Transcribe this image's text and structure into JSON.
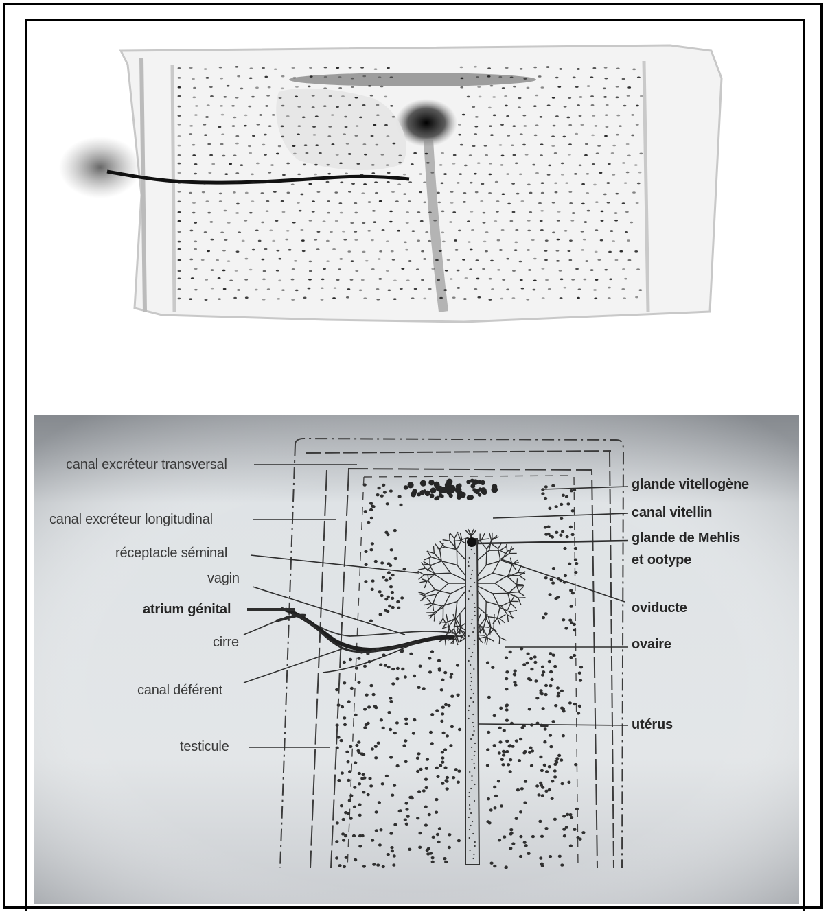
{
  "diagram": {
    "labels_left": [
      {
        "id": "canal-excreteur-transversal",
        "text": "canal excréteur transversal"
      },
      {
        "id": "canal-excreteur-longitudinal",
        "text": "canal excréteur longitudinal"
      },
      {
        "id": "receptacle-seminal",
        "text": "réceptacle séminal"
      },
      {
        "id": "vagin",
        "text": "vagin"
      },
      {
        "id": "atrium-genital",
        "text": "atrium génital"
      },
      {
        "id": "cirre",
        "text": "cirre"
      },
      {
        "id": "canal-deferent",
        "text": "canal déférent"
      },
      {
        "id": "testicule",
        "text": "testicule"
      }
    ],
    "labels_right": [
      {
        "id": "glande-vitellogene",
        "text": "glande vitellogène"
      },
      {
        "id": "canal-vitellin",
        "text": "canal vitellin"
      },
      {
        "id": "glande-de-mehlis-1",
        "text": "glande de Mehlis"
      },
      {
        "id": "glande-de-mehlis-2",
        "text": "et ootype"
      },
      {
        "id": "oviducte",
        "text": "oviducte"
      },
      {
        "id": "ovaire",
        "text": "ovaire"
      },
      {
        "id": "uterus",
        "text": "utérus"
      }
    ]
  },
  "colors": {
    "drawing_bg_top": "#9a9ea3",
    "drawing_bg_mid": "#dfe3e6",
    "drawing_bg_bottom": "#c9ccd0",
    "ink": "#2e2e2e",
    "photo_ink": "#1b1b1b"
  }
}
